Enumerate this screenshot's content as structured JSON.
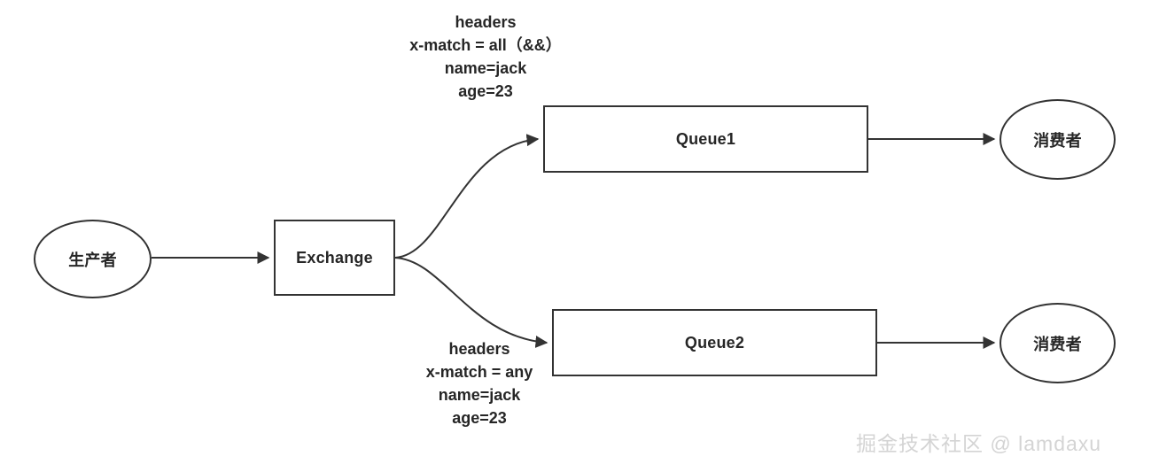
{
  "diagram": {
    "title": "RabbitMQ headers exchange routing",
    "background": "#ffffff",
    "stroke_color": "#333333",
    "text_color": "#262626",
    "nodes": {
      "producer": {
        "label": "生产者",
        "shape": "ellipse"
      },
      "exchange": {
        "label": "Exchange",
        "shape": "rect"
      },
      "queue1": {
        "label": "Queue1",
        "shape": "rect"
      },
      "queue2": {
        "label": "Queue2",
        "shape": "rect"
      },
      "consumer1": {
        "label": "消费者",
        "shape": "ellipse"
      },
      "consumer2": {
        "label": "消费者",
        "shape": "ellipse"
      }
    },
    "edge_labels": {
      "binding_all": {
        "line1": "headers",
        "line2": "x-match = all（&&）",
        "line3": "name=jack",
        "line4": "age=23"
      },
      "binding_any": {
        "line1": "headers",
        "line2": "x-match = any",
        "line3": "name=jack",
        "line4": "age=23"
      }
    },
    "watermark": "掘金技术社区 @ lamdaxu"
  }
}
